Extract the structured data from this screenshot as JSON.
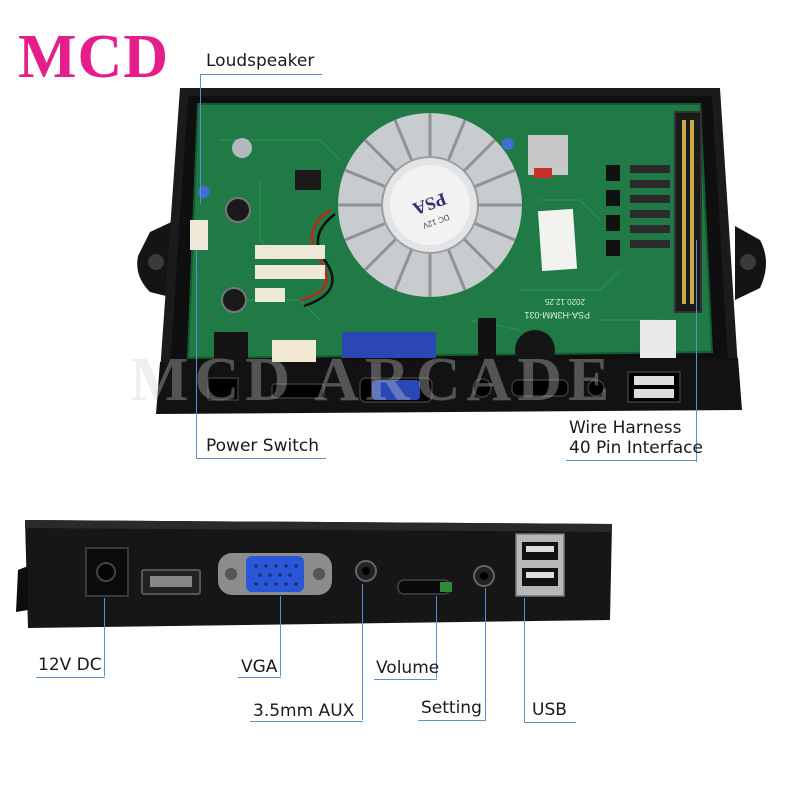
{
  "brand": {
    "logo": "MCD",
    "color": "#e61e8c"
  },
  "callouts": {
    "loudspeaker": "Loudspeaker",
    "power_switch": "Power Switch",
    "wire_harness_line1": "Wire Harness",
    "wire_harness_line2": "40 Pin Interface",
    "dc12v": "12V DC",
    "vga": "VGA",
    "volume": "Volume",
    "aux": "3.5mm AUX",
    "setting": "Setting",
    "usb": "USB"
  },
  "board_text": {
    "fan_label": "PSA",
    "fan_voltage": "DC 12V",
    "model": "PSA-H3MM-031",
    "date": "2020.12.25"
  },
  "watermark": "MCD ARCADE",
  "line_color": "#5a8fd0"
}
